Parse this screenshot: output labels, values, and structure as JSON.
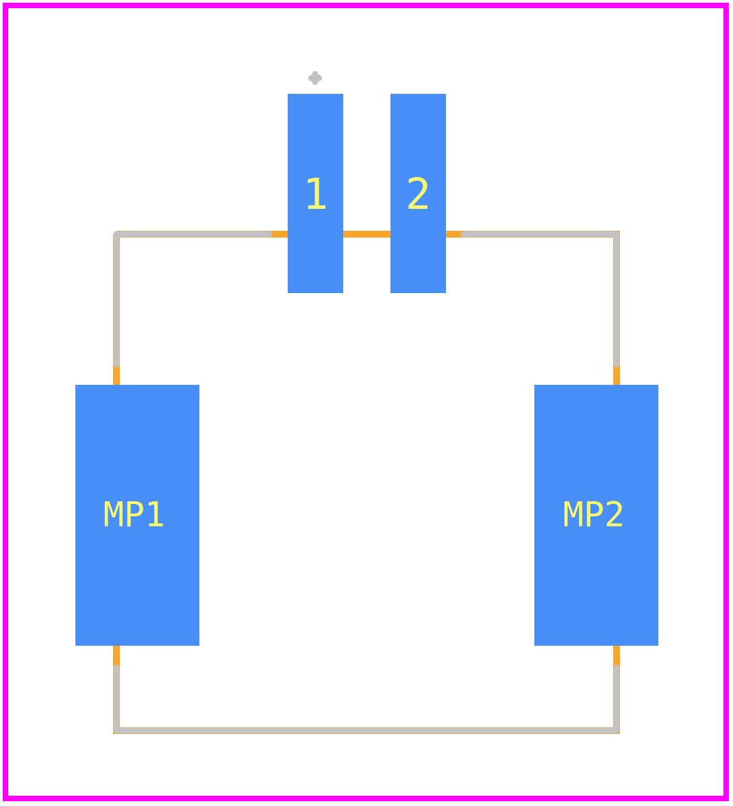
{
  "colors": {
    "background": "#ffffff",
    "courtyard": "#ff00ff",
    "silkscreen": "#c2c2c2",
    "fabrication": "#f9a42c",
    "pad": "#478ff7",
    "pad_label": "#f9f871"
  },
  "pads": [
    {
      "id": "pad-1",
      "label": "1"
    },
    {
      "id": "pad-2",
      "label": "2"
    },
    {
      "id": "pad-mp1",
      "label": "MP1"
    },
    {
      "id": "pad-mp2",
      "label": "MP2"
    }
  ]
}
